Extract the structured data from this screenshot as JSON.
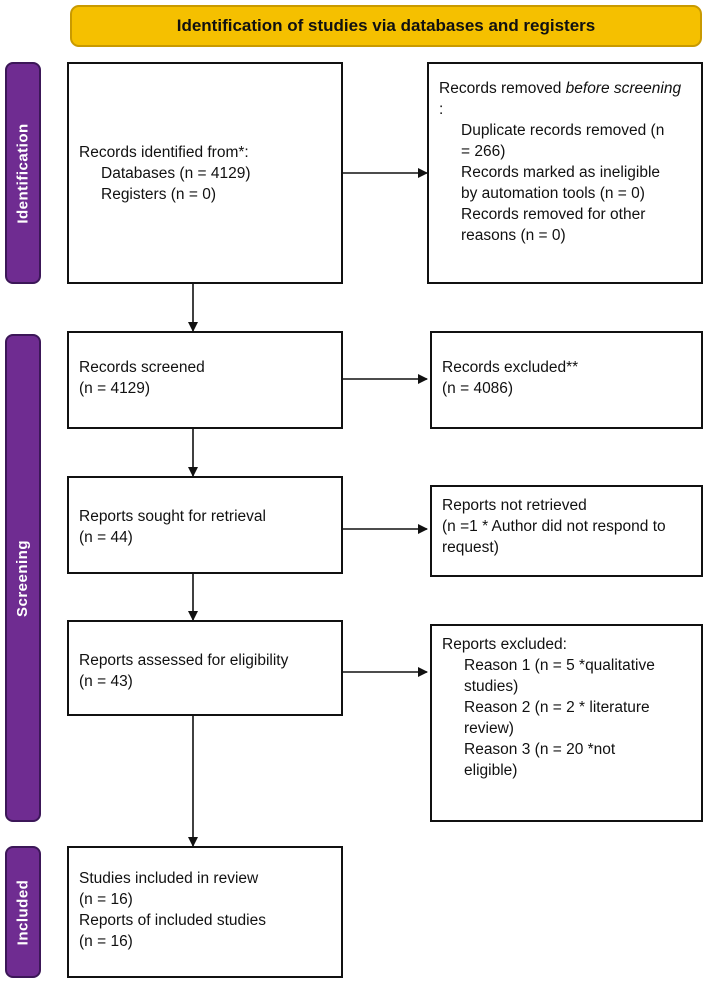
{
  "header": {
    "title": "Identification of studies via databases and registers"
  },
  "phases": {
    "identification": "Identification",
    "screening": "Screening",
    "included": "Included"
  },
  "identified": {
    "heading": "Records identified from*:",
    "databases": "Databases (n = 4129)",
    "registers": "Registers (n = 0)"
  },
  "removed": {
    "heading_plain": "Records removed ",
    "heading_italic": "before screening",
    "heading_tail": ":",
    "duplicates_1": "Duplicate records removed (n",
    "duplicates_2": "= 266)",
    "automation_1": "Records marked as ineligible",
    "automation_2": "by automation tools (n = 0)",
    "other_1": "Records removed for other",
    "other_2": "reasons (n = 0)"
  },
  "screened": {
    "label": "Records screened",
    "count": "(n = 4129)"
  },
  "excluded": {
    "label": "Records excluded**",
    "count": "(n = 4086)"
  },
  "sought": {
    "label": "Reports sought for retrieval",
    "count": "(n = 44)"
  },
  "not_retrieved": {
    "label": "Reports not retrieved",
    "line2": "(n =1 * Author did not respond to",
    "line3": "request)"
  },
  "assessed": {
    "label": "Reports assessed for eligibility",
    "count": "(n = 43)"
  },
  "reports_excluded": {
    "label": "Reports excluded:",
    "r1a": "Reason 1 (n = 5 *qualitative",
    "r1b": "studies)",
    "r2a": "Reason 2 (n = 2 * literature",
    "r2b": "review)",
    "r3a": "Reason 3 (n = 20 *not",
    "r3b": "eligible)"
  },
  "included": {
    "studies_label": "Studies included in review",
    "studies_count": "(n = 16)",
    "reports_label": "Reports of included studies",
    "reports_count": "(n = 16)"
  },
  "colors": {
    "header": "#f5c000",
    "phase": "#6f2c91"
  }
}
